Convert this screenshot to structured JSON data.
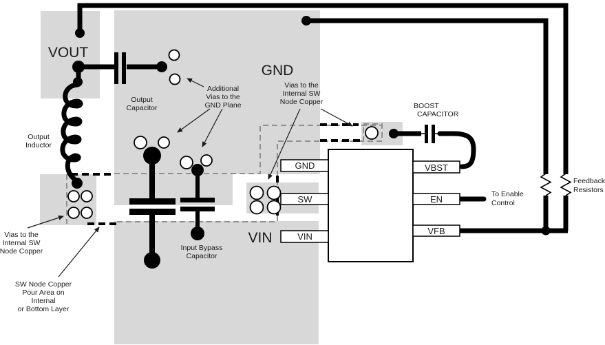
{
  "diagram": {
    "title_labels": {
      "vout": "VOUT",
      "gnd_plane": "GND",
      "vin_plane": "VIN"
    },
    "pins": {
      "left": [
        "GND",
        "SW",
        "VIN"
      ],
      "right": [
        "VBST",
        "EN",
        "VFB"
      ]
    },
    "annotations": {
      "output_capacitor": [
        "Output",
        "Capacitor"
      ],
      "output_inductor": [
        "Output",
        "Inductor"
      ],
      "additional_vias": [
        "Additional",
        "Vias to the",
        "GND Plane"
      ],
      "vias_sw_top": [
        "Vias to the",
        "Internal SW",
        "Node Copper"
      ],
      "vias_sw_bottom": [
        "Vias to the",
        "Internal SW",
        "Node Copper"
      ],
      "sw_pour_area": [
        "SW Node Copper",
        "Pour Area on",
        "Internal",
        "or Bottom Layer"
      ],
      "input_bypass": [
        "Input Bypass",
        "Capacitor"
      ],
      "boost_capacitor": [
        "BOOST",
        "CAPACITOR"
      ],
      "to_enable": [
        "To Enable",
        "Control"
      ],
      "feedback_resistors": [
        "Feedback",
        "Resistors"
      ]
    },
    "colors": {
      "pour": "#d8d8d8",
      "dash_gray": "#8f8f8f",
      "trace": "#000000",
      "text": "#1a1a1a"
    }
  }
}
